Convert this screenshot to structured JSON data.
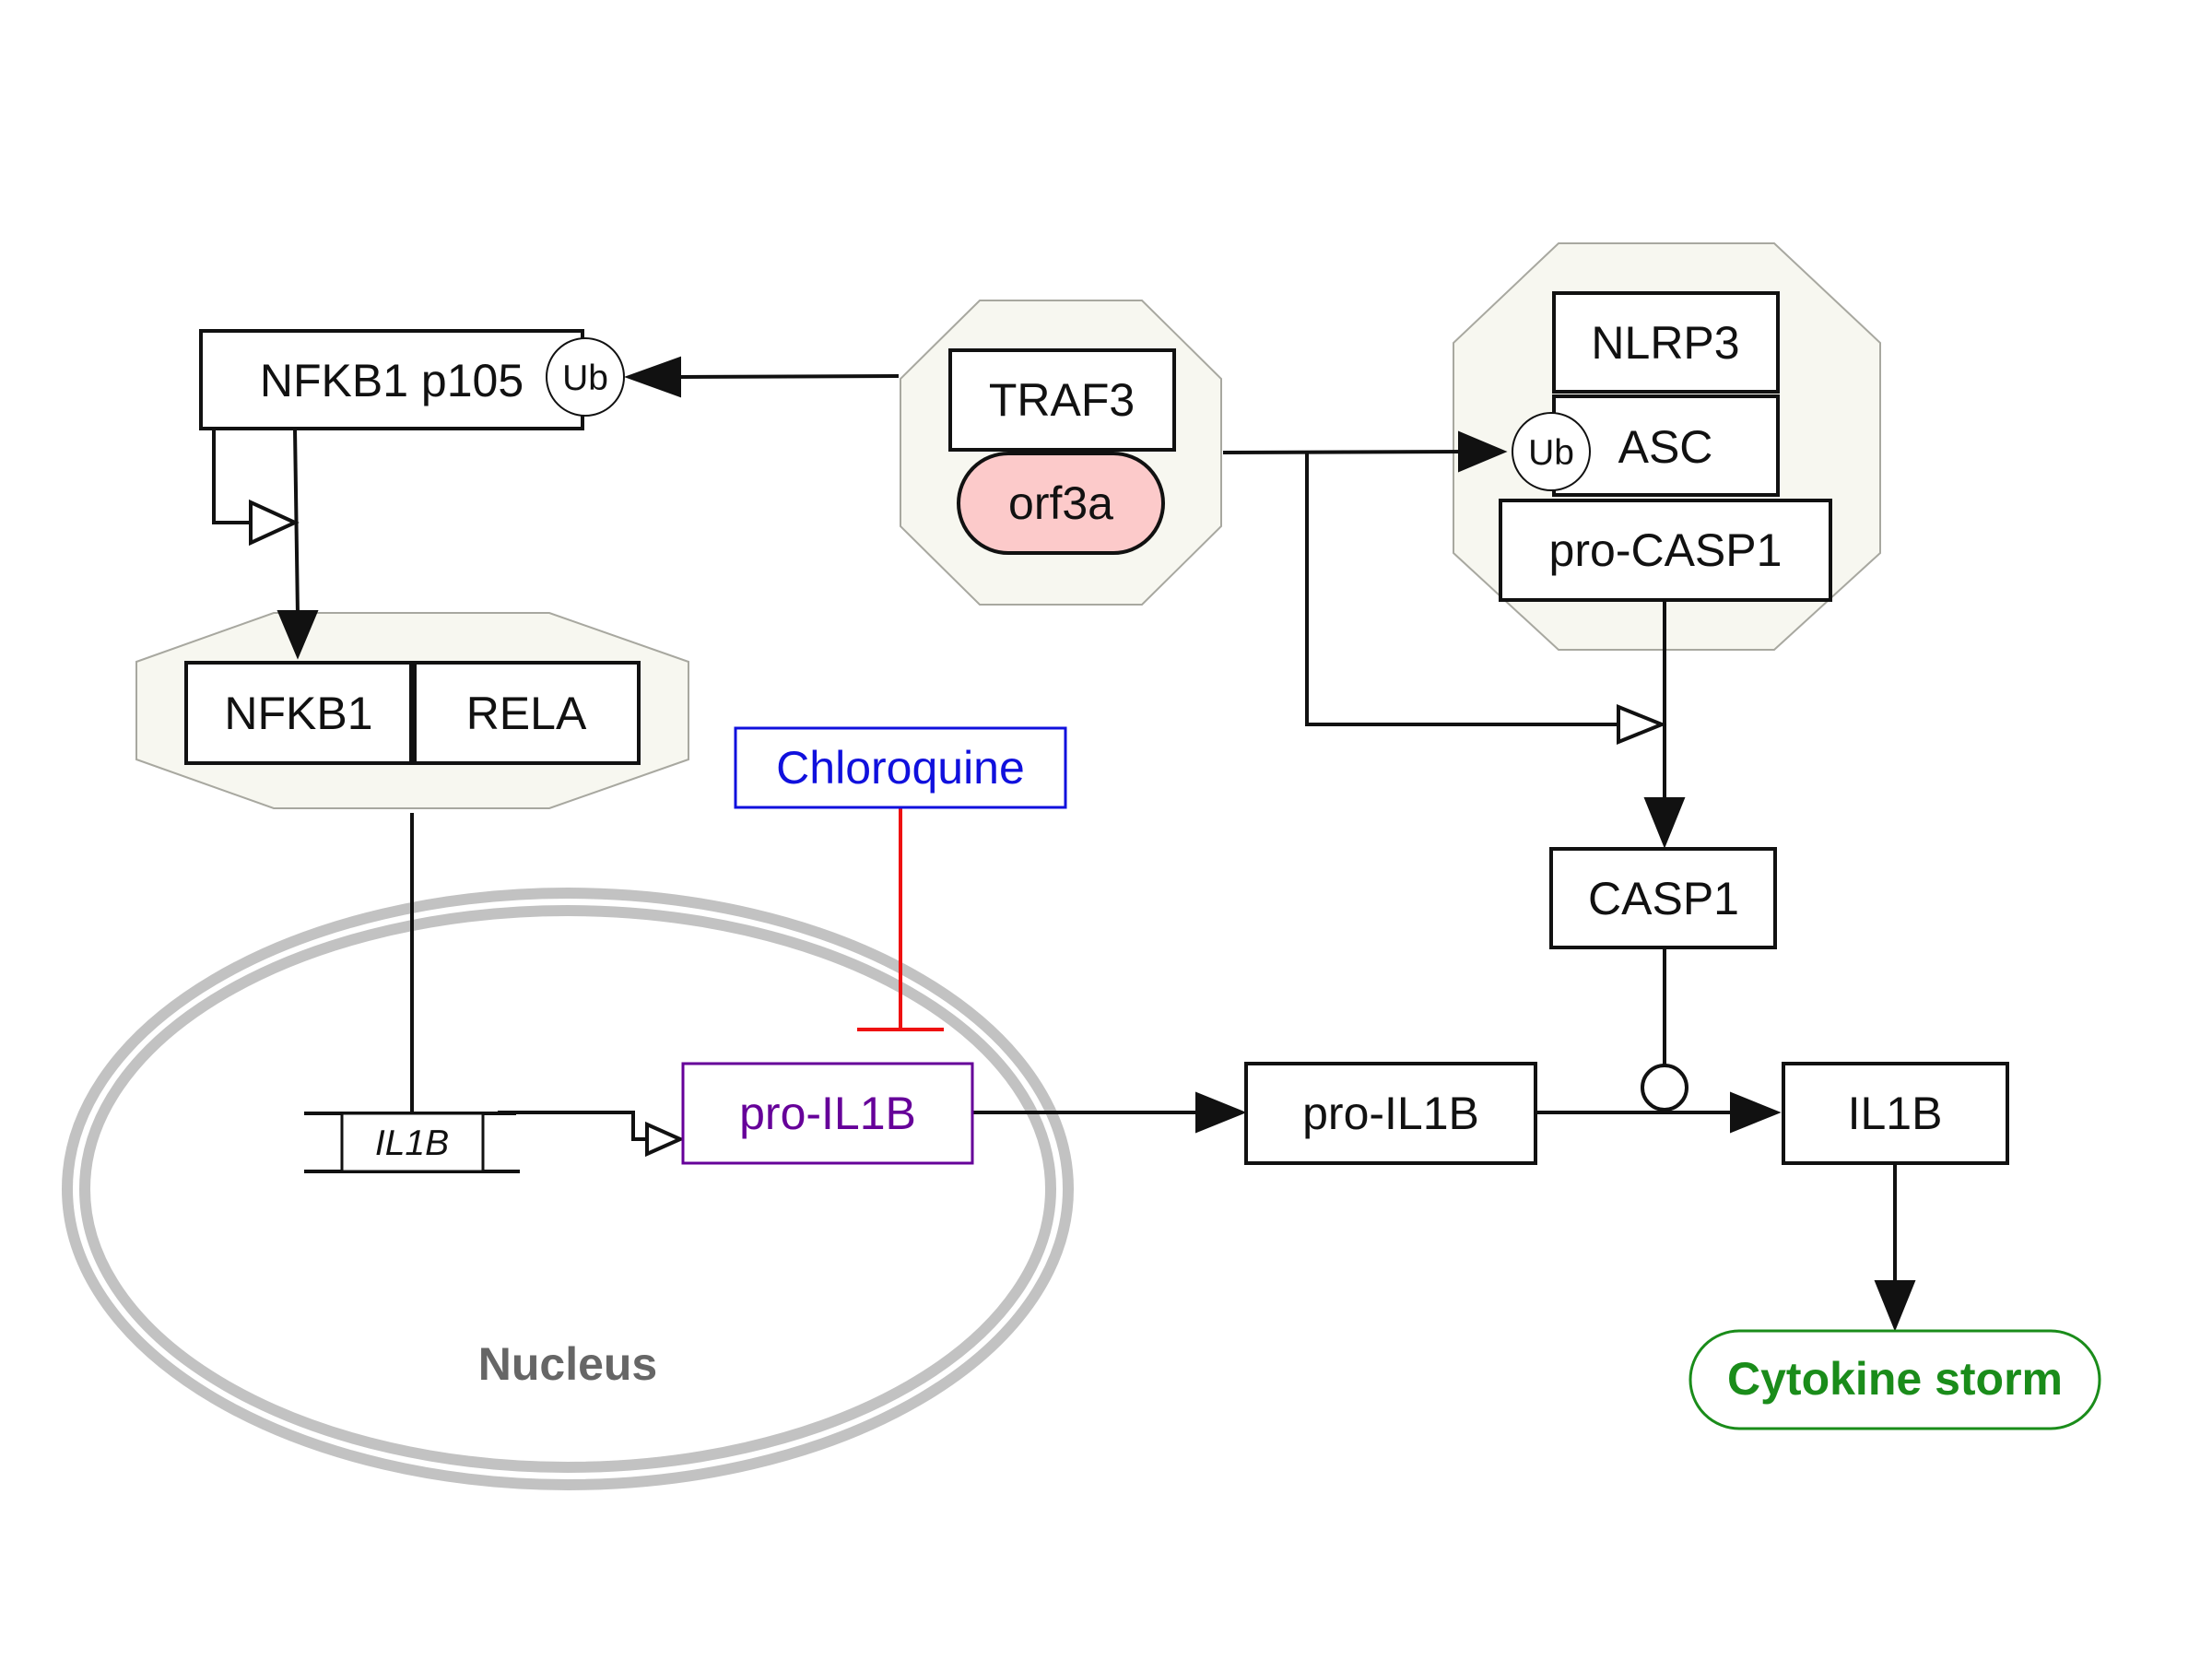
{
  "nodes": {
    "nfkb1_p105": "NFKB1 p105",
    "nfkb1_p105_mod": "Ub",
    "traf3": "TRAF3",
    "orf3a": "orf3a",
    "nlrp3": "NLRP3",
    "asc": "ASC",
    "asc_mod": "Ub",
    "pro_casp1": "pro-CASP1",
    "nfkb1": "NFKB1",
    "rela": "RELA",
    "chloroquine": "Chloroquine",
    "casp1": "CASP1",
    "il1b_gene": "IL1B",
    "pro_il1b_nuclear": "pro-IL1B",
    "pro_il1b": "pro-IL1B",
    "il1b": "IL1B",
    "cytokine_storm": "Cytokine storm",
    "nucleus": "Nucleus"
  },
  "colors": {
    "complex_fill": "#f7f7f0",
    "complex_stroke": "#a8a8a0",
    "orf3a_fill": "#fccaca",
    "chloroquine": "#1010dd",
    "inhibition": "#ee1111",
    "pro_il1b_nuclear": "#660099",
    "cytokine_storm": "#1a8c1a",
    "nucleus_stroke": "#c2c2c2",
    "nucleus_label": "#666666"
  }
}
